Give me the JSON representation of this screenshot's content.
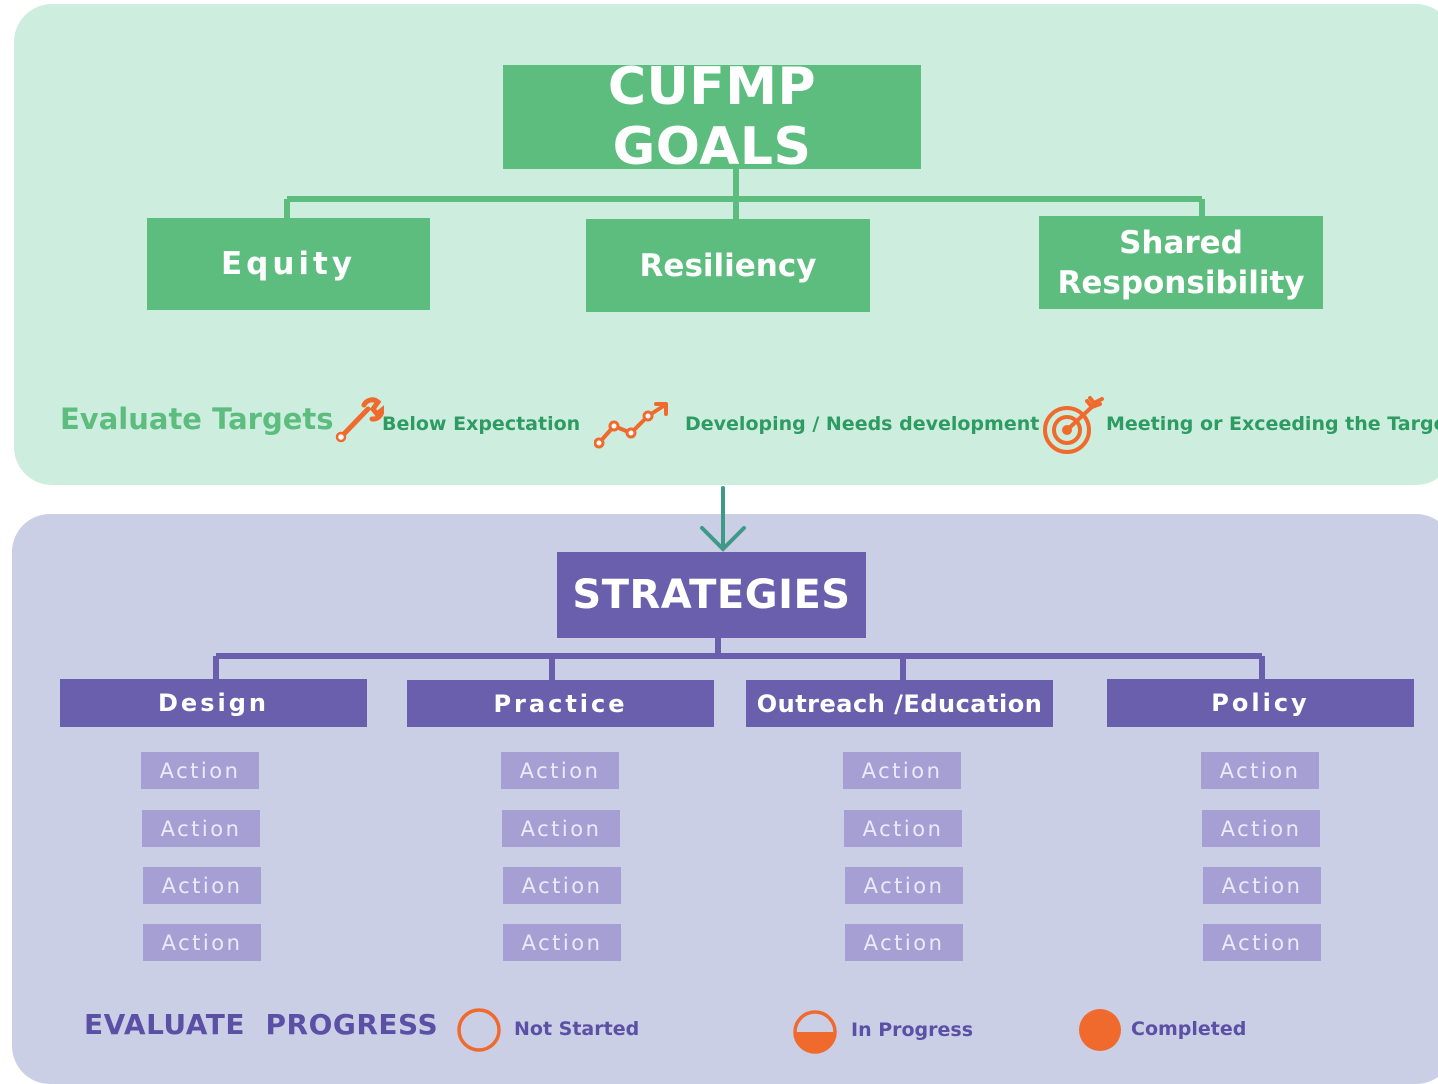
{
  "goals": {
    "title": "CUFMP GOALS",
    "items": [
      {
        "label": "Equity"
      },
      {
        "label": "Resiliency"
      },
      {
        "label": "Shared Responsibility"
      }
    ],
    "legend": {
      "title": "Evaluate Targets",
      "items": [
        {
          "label": "Below Expectation",
          "icon": "wrench-icon"
        },
        {
          "label": "Developing / Needs development",
          "icon": "trend-line-icon"
        },
        {
          "label": "Meeting or Exceeding the Target",
          "icon": "target-icon"
        }
      ]
    }
  },
  "strategies": {
    "title": "STRATEGIES",
    "categories": [
      {
        "label": "Design",
        "actions": [
          "Action",
          "Action",
          "Action",
          "Action"
        ]
      },
      {
        "label": "Practice",
        "actions": [
          "Action",
          "Action",
          "Action",
          "Action"
        ]
      },
      {
        "label": "Outreach /Education",
        "actions": [
          "Action",
          "Action",
          "Action",
          "Action"
        ]
      },
      {
        "label": "Policy",
        "actions": [
          "Action",
          "Action",
          "Action",
          "Action"
        ]
      }
    ],
    "legend": {
      "title": "EVALUATE  PROGRESS",
      "items": [
        {
          "label": "Not Started",
          "icon": "empty-circle-icon"
        },
        {
          "label": "In Progress",
          "icon": "half-circle-icon"
        },
        {
          "label": "Completed",
          "icon": "filled-circle-icon"
        }
      ]
    }
  },
  "colors": {
    "goals_panel": "#cdeede",
    "goals_box": "#5cbd7e",
    "strategies_panel": "#cacfe6",
    "strategies_box": "#6a5fac",
    "action_box": "#a59fd3",
    "accent_orange": "#f06a2d",
    "arrow": "#3e9a86"
  }
}
